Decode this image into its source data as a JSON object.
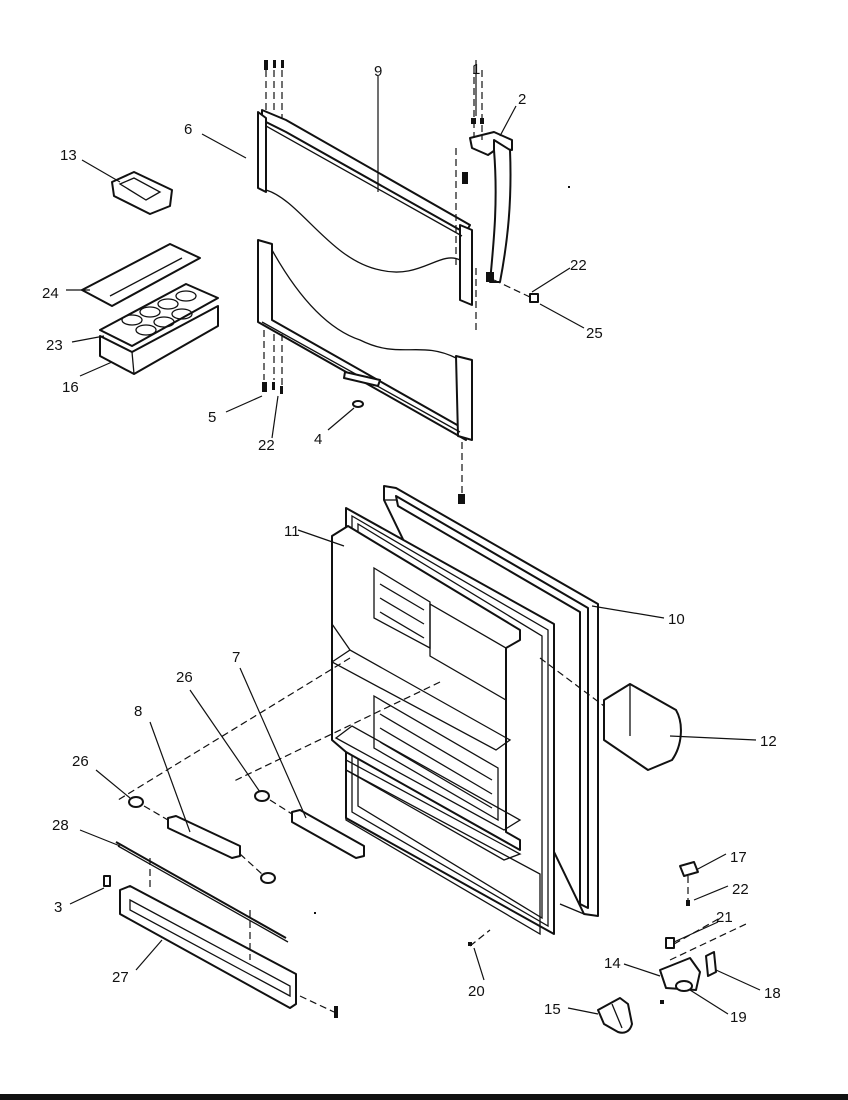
{
  "callouts": {
    "c1": "1",
    "c2": "2",
    "c3": "3",
    "c4": "4",
    "c5": "5",
    "c6": "6",
    "c7": "7",
    "c8": "8",
    "c9": "9",
    "c10": "10",
    "c11": "11",
    "c12": "12",
    "c13": "13",
    "c14": "14",
    "c15": "15",
    "c16": "16",
    "c17": "17",
    "c18": "18",
    "c19": "19",
    "c20": "20",
    "c21": "21",
    "c22a": "22",
    "c22b": "22",
    "c22c": "22",
    "c23": "23",
    "c24": "24",
    "c25": "25",
    "c26a": "26",
    "c26b": "26",
    "c27": "27",
    "c28": "28"
  },
  "colors": {
    "ink": "#111111",
    "paper": "#ffffff"
  }
}
